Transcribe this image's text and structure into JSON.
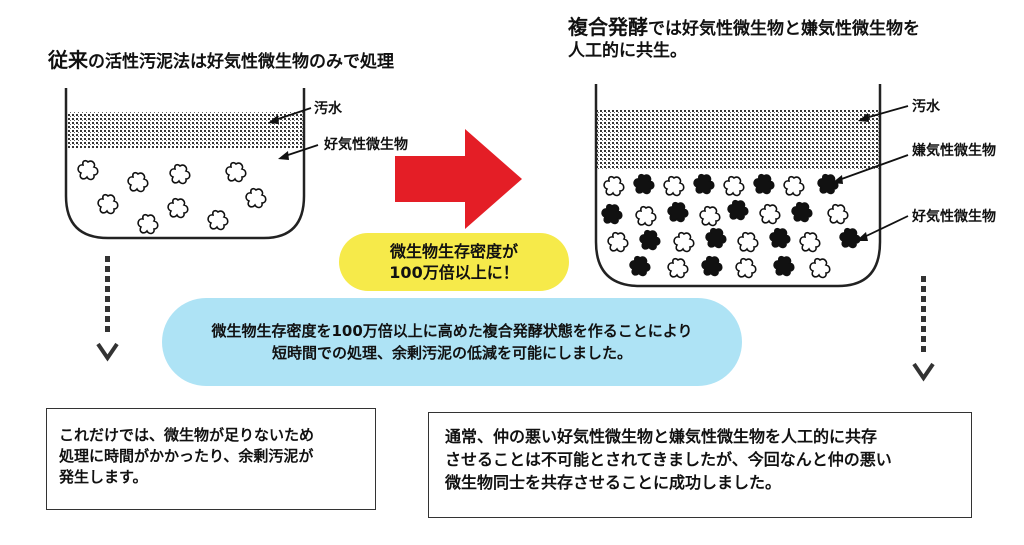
{
  "left_title": {
    "emphasis": "従来",
    "rest": "の活性汚泥法は好気性微生物のみで処理"
  },
  "right_title": {
    "emphasis": "複合発酵",
    "rest_line1": "では好気性微生物と嫌気性微生物を",
    "line2": "人工的に共生。"
  },
  "left_tank": {
    "label_water": "汚水",
    "label_aerobic": "好気性微生物"
  },
  "right_tank": {
    "label_water": "汚水",
    "label_anaerobic": "嫌気性微生物",
    "label_aerobic": "好気性微生物"
  },
  "yellow_bubble": {
    "line1": "微生物生存密度が",
    "line2": "100万倍以上に！"
  },
  "blue_bubble": {
    "line1": "微生物生存密度を100万倍以上に高めた複合発酵状態を作ることにより",
    "line2": "短時間での処理、余剰汚泥の低減を可能にしました。"
  },
  "left_box": {
    "line1": "これだけでは、微生物が足りないため",
    "line2": "処理に時間がかかったり、余剰汚泥が",
    "line3": "発生します。"
  },
  "right_box": {
    "line1": "通常、仲の悪い好気性微生物と嫌気性微生物を人工的に共存",
    "line2": "させることは不可能とされてきましたが、今回なんと仲の悪い",
    "line3": "微生物同士を共存させることに成功しました。"
  },
  "colors": {
    "arrow_red": "#e41e26",
    "yellow": "#f6ea4a",
    "blue": "#aee3f5"
  }
}
